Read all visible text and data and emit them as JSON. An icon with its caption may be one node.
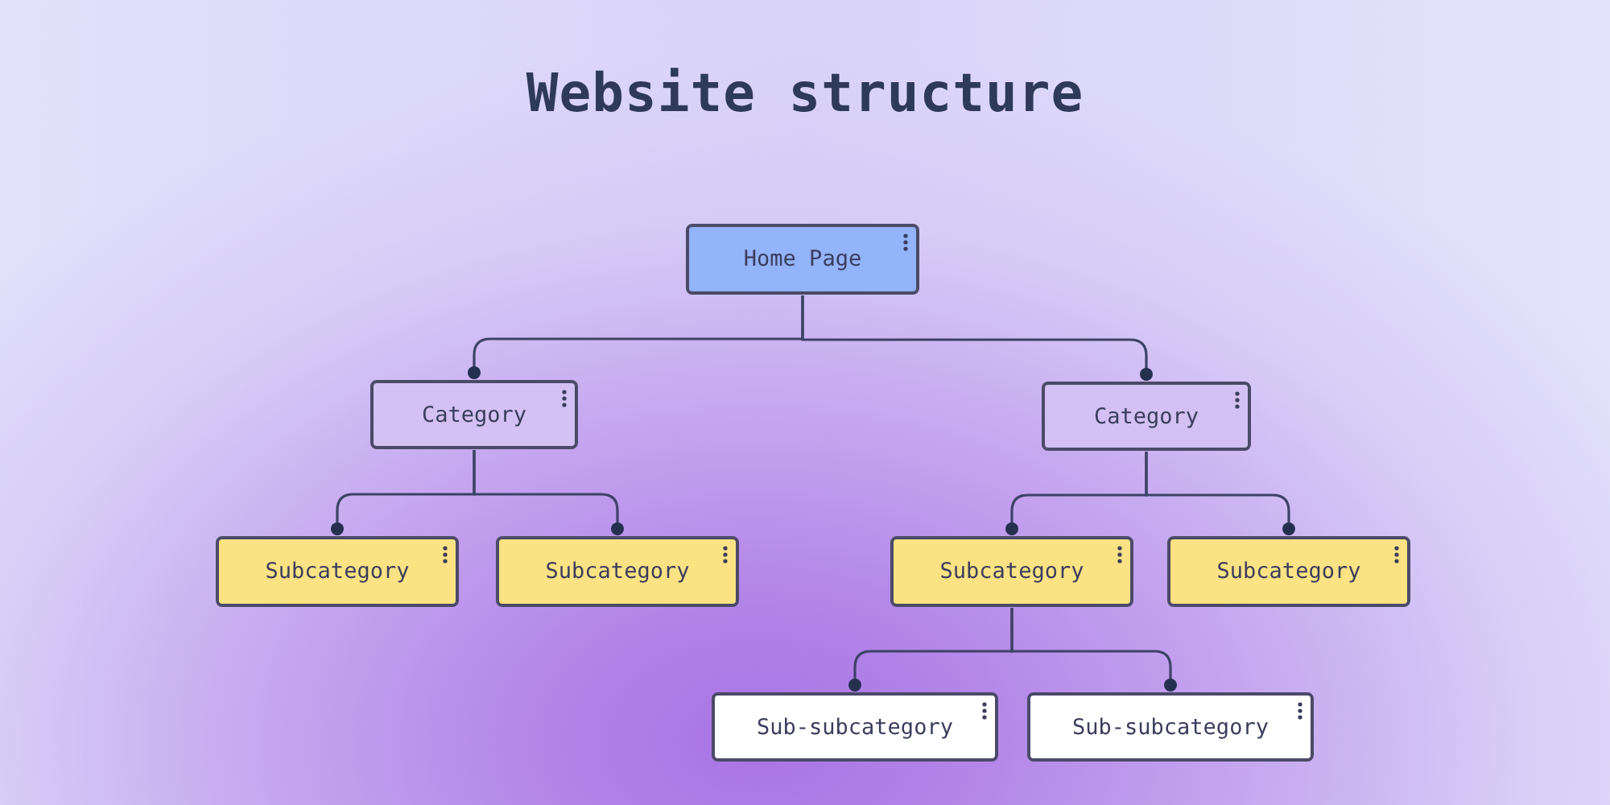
{
  "diagram": {
    "title": "Website structure",
    "nodes": [
      {
        "text": [
          "Home Page"
        ]
      },
      {
        "text": [
          "Category"
        ]
      },
      {
        "text": [
          "Category"
        ]
      },
      {
        "text": [
          "Subcategory"
        ]
      },
      {
        "text": [
          "Subcategory"
        ]
      },
      {
        "text": [
          "Subcategory"
        ]
      },
      {
        "text": [
          "Subcategory"
        ]
      },
      {
        "text": [
          "Sub-subcategory"
        ]
      },
      {
        "text": [
          "Sub-subcategory"
        ]
      }
    ],
    "edges": [
      {
        "from": 0,
        "to": 1,
        "arrow": "other"
      },
      {
        "from": 0,
        "to": 2,
        "arrow": "other"
      },
      {
        "from": 1,
        "to": 3,
        "arrow": "other"
      },
      {
        "from": 1,
        "to": 4,
        "arrow": "other"
      },
      {
        "from": 2,
        "to": 5,
        "arrow": "other"
      },
      {
        "from": 2,
        "to": 6,
        "arrow": "other"
      },
      {
        "from": 5,
        "to": 7,
        "arrow": "other"
      },
      {
        "from": 5,
        "to": 8,
        "arrow": "other"
      }
    ]
  }
}
